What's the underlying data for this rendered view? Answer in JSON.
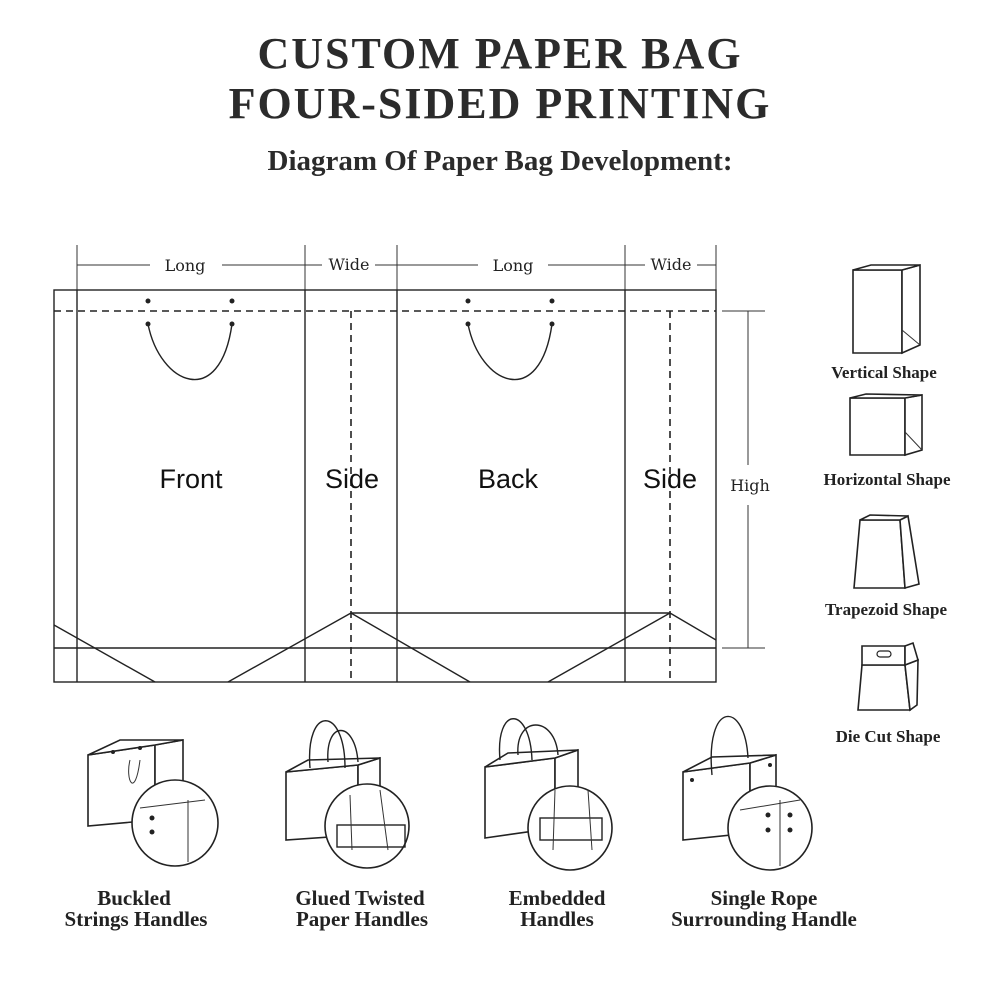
{
  "header": {
    "title_line1": "CUSTOM PAPER BAG",
    "title_line2": "FOUR-SIDED PRINTING",
    "subtitle": "Diagram Of Paper Bag Development:"
  },
  "dimensions": {
    "long1": "Long",
    "wide1": "Wide",
    "long2": "Long",
    "wide2": "Wide",
    "high": "High"
  },
  "panels": {
    "front": "Front",
    "side1": "Side",
    "back": "Back",
    "side2": "Side"
  },
  "shapes": [
    {
      "label": "Vertical Shape",
      "icon": "vertical-bag-icon"
    },
    {
      "label": "Horizontal Shape",
      "icon": "horizontal-bag-icon"
    },
    {
      "label": "Trapezoid Shape",
      "icon": "trapezoid-bag-icon"
    },
    {
      "label": "Die Cut Shape",
      "icon": "die-cut-bag-icon"
    }
  ],
  "handles": [
    {
      "line1": "Buckled",
      "line2": "Strings Handles",
      "icon": "buckled-string-bag-icon"
    },
    {
      "line1": "Glued Twisted",
      "line2": "Paper Handles",
      "icon": "glued-twisted-bag-icon"
    },
    {
      "line1": "Embedded",
      "line2": "Handles",
      "icon": "embedded-handle-bag-icon"
    },
    {
      "line1": "Single Rope",
      "line2": "Surrounding Handle",
      "icon": "single-rope-bag-icon"
    }
  ]
}
